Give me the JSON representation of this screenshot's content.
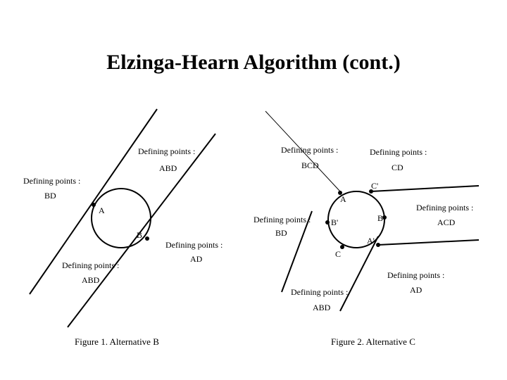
{
  "title": "Elzinga-Hearn Algorithm (cont.)",
  "figure1": {
    "caption": "Figure 1. Alternative B",
    "points": {
      "A": "A",
      "B": "B"
    },
    "labels": [
      {
        "heading": "Defining points :",
        "value": "ABD"
      },
      {
        "heading": "Defining points :",
        "value": "BD"
      },
      {
        "heading": "Defining points :",
        "value": "AD"
      },
      {
        "heading": "Defining points :",
        "value": "ABD"
      }
    ]
  },
  "figure2": {
    "caption": "Figure 2. Alternative C",
    "points": {
      "A": "A",
      "B": "B",
      "C": "C",
      "A_prime": "A'",
      "B_prime": "B'",
      "C_prime": "C'"
    },
    "labels": [
      {
        "heading": "Defining points :",
        "value": "BCD"
      },
      {
        "heading": "Defining points :",
        "value": "CD"
      },
      {
        "heading": "Defining points :",
        "value": "BD"
      },
      {
        "heading": "Defining points :",
        "value": "ACD"
      },
      {
        "heading": "Defining points :",
        "value": "AD"
      },
      {
        "heading": "Defining points :",
        "value": "ABD"
      }
    ]
  }
}
